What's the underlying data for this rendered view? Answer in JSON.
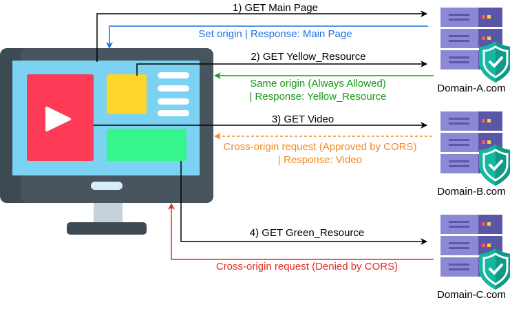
{
  "colors": {
    "black": "#000000",
    "blue": "#1f6fe0",
    "green": "#159a15",
    "orange": "#f5891f",
    "red": "#e02b20",
    "monitor_dark": "#3d4a54",
    "monitor_frame": "#49555e",
    "screen": "#7cd2f2",
    "video_tile": "#fd3b57",
    "yellow_tile": "#fed62b",
    "green_tile": "#37f58d",
    "server_purple": "#8b89d6",
    "server_dark": "#5b57a8",
    "shield": "#14b8a0"
  },
  "icons": {
    "monitor": "monitor-icon",
    "play": "play-icon",
    "server": "server-icon",
    "shield": "shield-check-icon"
  },
  "servers": [
    {
      "label": "Domain-A.com"
    },
    {
      "label": "Domain-B.com"
    },
    {
      "label": "Domain-C.com"
    }
  ],
  "requests": {
    "main_page": "1) GET  Main Page",
    "yellow_resource": "2) GET Yellow_Resource",
    "video": "3) GET Video",
    "green_resource": "4) GET Green_Resource"
  },
  "responses": {
    "set_origin": "Set origin | Response: Main Page",
    "same_origin_line1": "Same origin (Always Allowed)",
    "same_origin_line2": "| Response: Yellow_Resource",
    "cors_approved_line1": "Cross-origin request (Approved by CORS)",
    "cors_approved_line2": "| Response: Video",
    "cors_denied": "Cross-origin request (Denied by CORS)"
  }
}
